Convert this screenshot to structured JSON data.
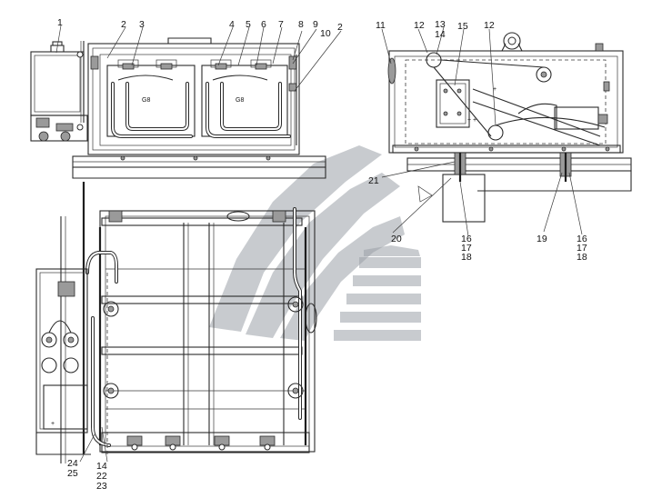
{
  "diagram": {
    "labels_top_left": [
      "1",
      "2",
      "3",
      "4",
      "5",
      "6",
      "7",
      "8",
      "9",
      "10",
      "2"
    ],
    "battery_marks": [
      "G8",
      "G8"
    ],
    "labels_top_right": [
      "11",
      "12",
      "13",
      "14",
      "15",
      "12"
    ],
    "labels_right_side": [
      "21",
      "20",
      "16",
      "17",
      "18",
      "19",
      "16",
      "17",
      "18"
    ],
    "labels_bottom": [
      "24",
      "25",
      "14",
      "22",
      "23"
    ],
    "terminal_marks": [
      "+ +",
      "+"
    ]
  },
  "colors": {
    "line": "#2a2a2a",
    "watermark": "#9aa0a8",
    "background": "#ffffff"
  }
}
